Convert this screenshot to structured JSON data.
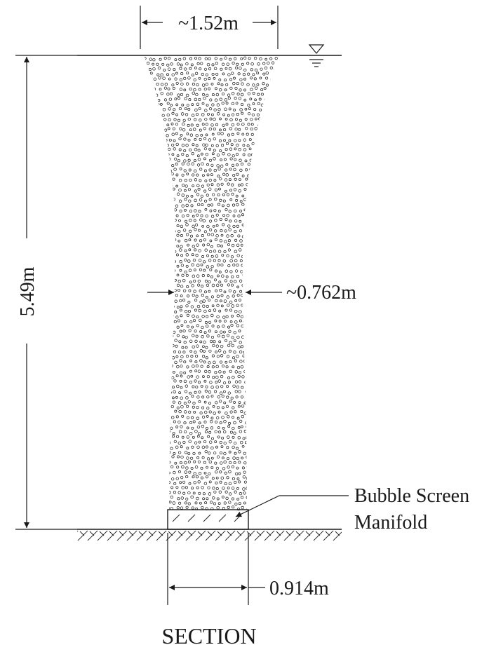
{
  "diagram": {
    "top_width_label": "~1.52m",
    "height_label": "5.49m",
    "mid_width_label": "~0.762m",
    "bottom_width_label": "0.914m",
    "manifold_label_line1": "Bubble Screen",
    "manifold_label_line2": "Manifold",
    "section_title": "SECTION"
  },
  "colors": {
    "line": "#1a1a1a",
    "background": "#ffffff"
  }
}
